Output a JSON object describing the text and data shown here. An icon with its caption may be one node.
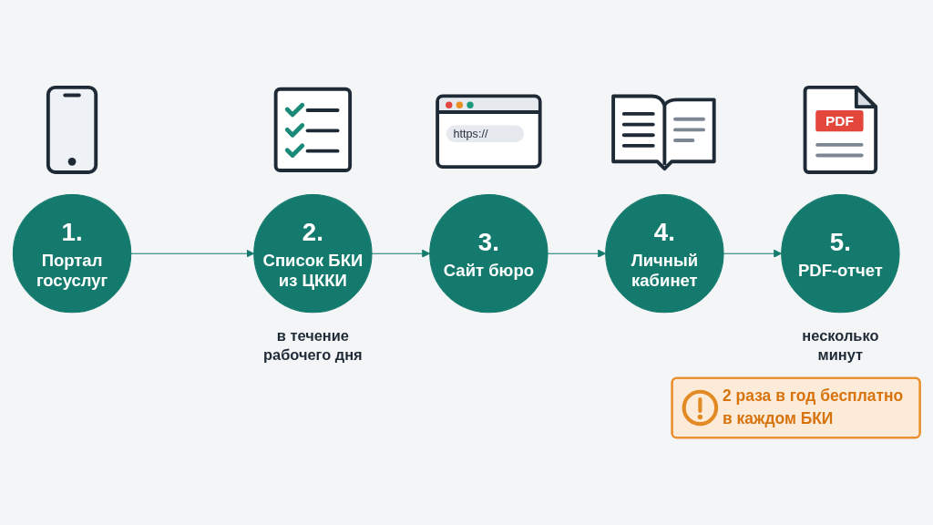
{
  "diagram": {
    "nodes": [
      {
        "text": [
          "1.",
          "Портал госуслуг"
        ]
      },
      {
        "text": [
          "2.",
          "Список БКИ из ЦККИ"
        ],
        "beside": [
          "в течение рабочего дня"
        ]
      },
      {
        "text": [
          "3.",
          "Сайт бюро"
        ]
      },
      {
        "text": [
          "4.",
          "Личный кабинет"
        ]
      },
      {
        "text": [
          "5.",
          "PDF-отчет"
        ],
        "beside": [
          "несколько минут"
        ]
      },
      {
        "text": [
          "2 раза в год бесплатно в каждом БКИ"
        ]
      }
    ],
    "edges": [
      {
        "from": 0,
        "to": 1,
        "arrow": "to"
      },
      {
        "from": 1,
        "to": 2,
        "arrow": "to"
      },
      {
        "from": 2,
        "to": 3,
        "arrow": "to"
      },
      {
        "from": 3,
        "to": 4,
        "arrow": "to"
      }
    ],
    "labels": [
      "https://",
      "PDF"
    ]
  }
}
